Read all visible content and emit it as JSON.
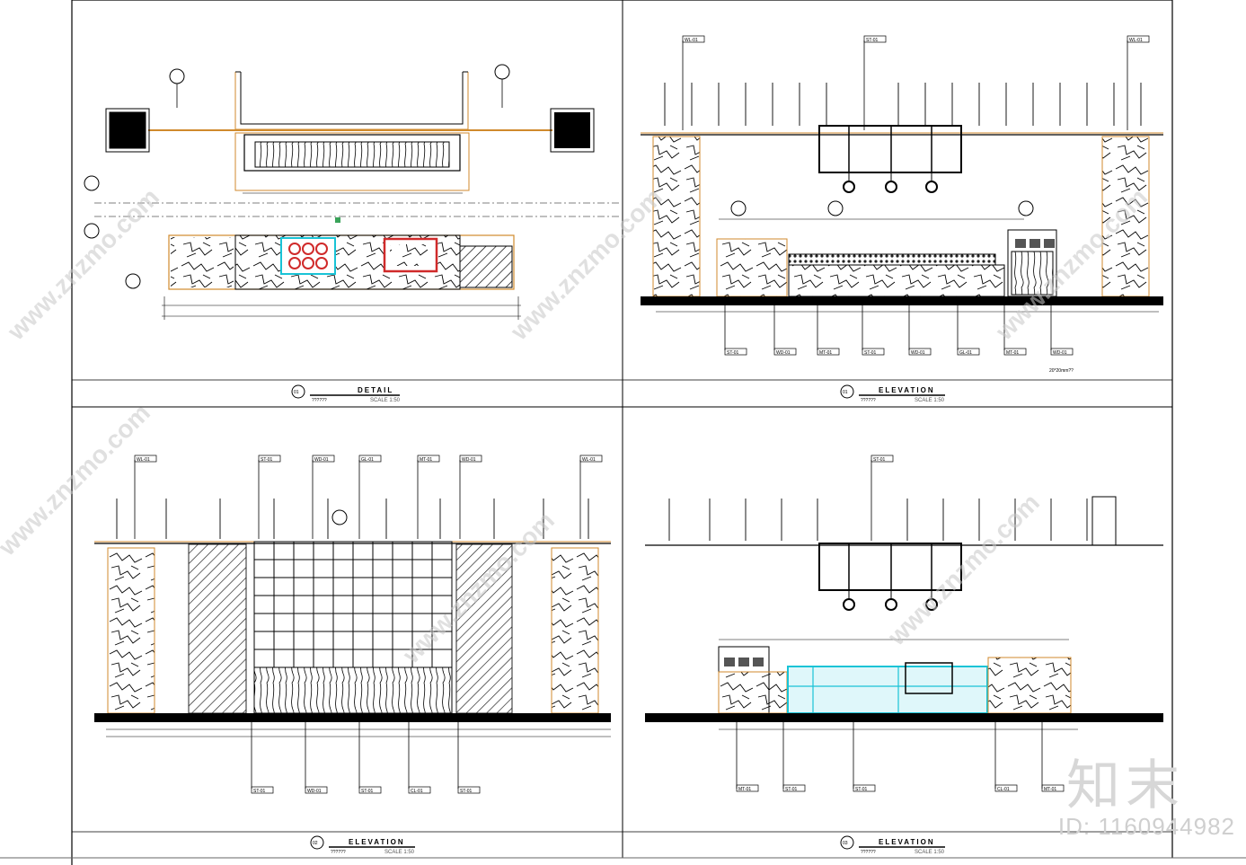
{
  "panels": [
    {
      "id": "detail",
      "number": "01",
      "title": "DETAIL",
      "code": "??????",
      "scale": "SCALE 1:50"
    },
    {
      "id": "elev-a",
      "number": "01",
      "title": "ELEVATION",
      "code": "??????",
      "scale": "SCALE 1:50"
    },
    {
      "id": "elev-b",
      "number": "02",
      "title": "ELEVATION",
      "code": "??????",
      "scale": "SCALE 1:50"
    },
    {
      "id": "elev-c",
      "number": "03",
      "title": "ELEVATION",
      "code": "??????",
      "scale": "SCALE 1:50"
    }
  ],
  "callout_tags": [
    "WL-01",
    "ST-01",
    "WD-01",
    "GL-01",
    "MT-01",
    "CL-01"
  ],
  "callout_note": "20*20mm??",
  "watermark": "www.znzmo.com",
  "brand": "知末",
  "image_id": "ID: 1160944982",
  "colors": {
    "line": "#000000",
    "accent": "#d08a2c",
    "cyan": "#19c3d6",
    "red": "#d02a2a",
    "green": "#3aa35a"
  }
}
